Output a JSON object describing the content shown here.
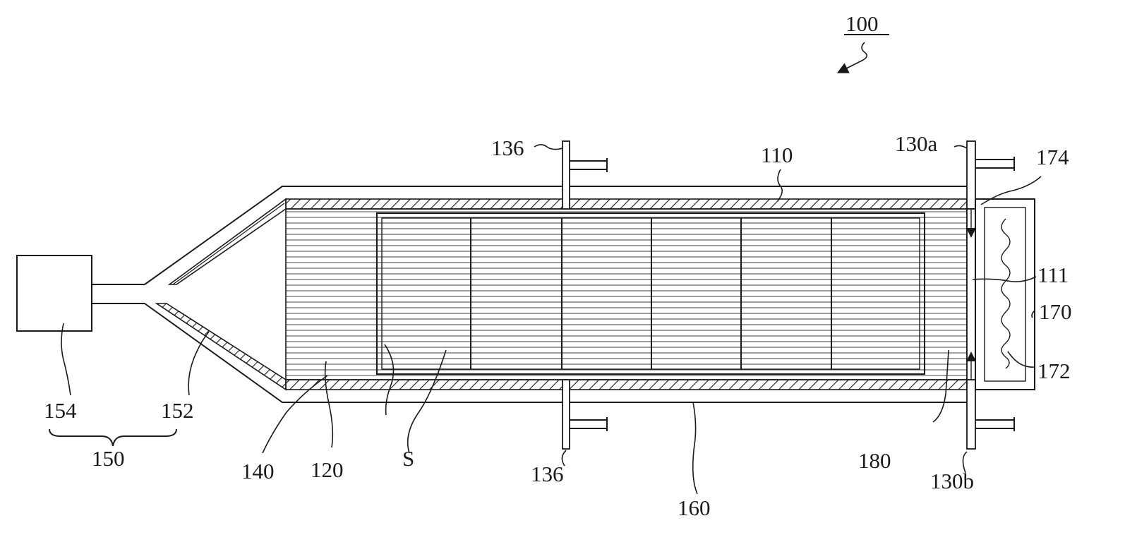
{
  "figure": {
    "reference_numeral": "100",
    "labels": {
      "l110": "110",
      "l111": "111",
      "l120": "120",
      "l130a": "130a",
      "l130b": "130b",
      "l136_top": "136",
      "l136_bottom": "136",
      "l140": "140",
      "l150": "150",
      "l152": "152",
      "l154": "154",
      "l160": "160",
      "l170": "170",
      "l172": "172",
      "l174": "174",
      "lS": "S",
      "l180": "180"
    }
  }
}
